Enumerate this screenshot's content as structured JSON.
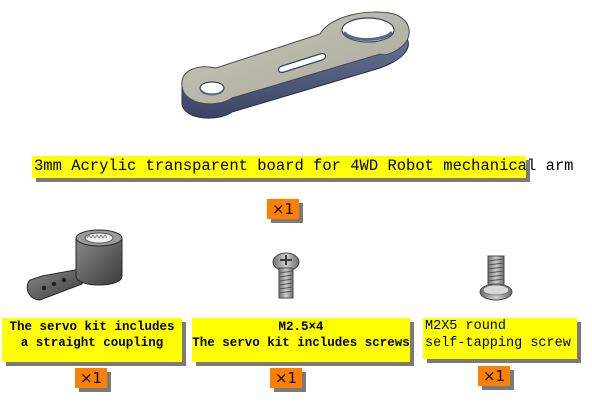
{
  "top_part": {
    "caption": "3mm Acrylic transparent board for 4WD Robot mechanical arm",
    "quantity": "×1"
  },
  "parts": [
    {
      "caption_lines": [
        "The servo kit includes",
        "a straight coupling"
      ],
      "quantity": "×1"
    },
    {
      "caption_lines": [
        "M2.5×4",
        "The servo kit includes screws"
      ],
      "quantity": "×1"
    },
    {
      "caption_lines": [
        "M2X5 round",
        "self-tapping screw"
      ],
      "quantity": "×1"
    }
  ],
  "colors": {
    "label_background": "#ffff00",
    "quantity_background": "#ff8000",
    "shadow": "#7a7a7a",
    "part_metal": "#9a9a9a"
  },
  "icons": [
    "acrylic-arm-plate-image",
    "servo-horn-coupling-image",
    "m2-5x4-screw-image",
    "m2x5-self-tapping-screw-image"
  ]
}
